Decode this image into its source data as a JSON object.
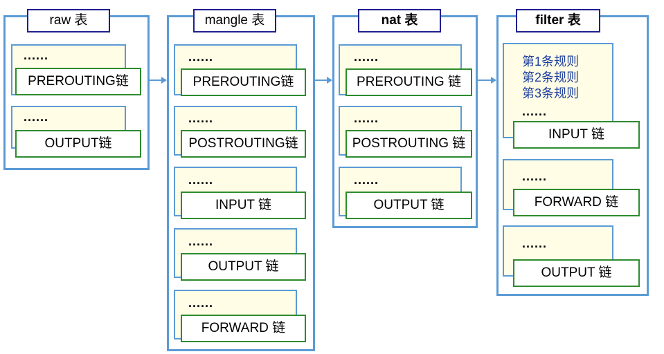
{
  "tables": [
    {
      "label": "raw 表",
      "bold": false,
      "chains": [
        {
          "dots": "......",
          "name": "PREROUTING链"
        },
        {
          "dots": "......",
          "name": "OUTPUT链"
        }
      ]
    },
    {
      "label": "mangle 表",
      "bold": false,
      "chains": [
        {
          "dots": "......",
          "name": "PREROUTING链"
        },
        {
          "dots": "......",
          "name": "POSTROUTING链"
        },
        {
          "dots": "......",
          "name": "INPUT 链"
        },
        {
          "dots": "......",
          "name": "OUTPUT 链"
        },
        {
          "dots": "......",
          "name": "FORWARD 链"
        }
      ]
    },
    {
      "label": "nat 表",
      "bold": true,
      "chains": [
        {
          "dots": "......",
          "name": "PREROUTING 链"
        },
        {
          "dots": "......",
          "name": "POSTROUTING 链"
        },
        {
          "dots": "......",
          "name": "OUTPUT 链"
        }
      ]
    },
    {
      "label": "filter 表",
      "bold": true,
      "rules": [
        "第1条规则",
        "第2条规则",
        "第3条规则"
      ],
      "chains": [
        {
          "dots": "......",
          "name": "INPUT 链"
        },
        {
          "dots": "......",
          "name": "FORWARD 链"
        },
        {
          "dots": "......",
          "name": "OUTPUT 链"
        }
      ]
    }
  ],
  "colors": {
    "table_border": "#5b9bd5",
    "chain_border": "#2e8b2e",
    "rule_fill": "#fffde6",
    "label_border": "#1f1f8f",
    "rule_text": "#1f3f9f"
  }
}
